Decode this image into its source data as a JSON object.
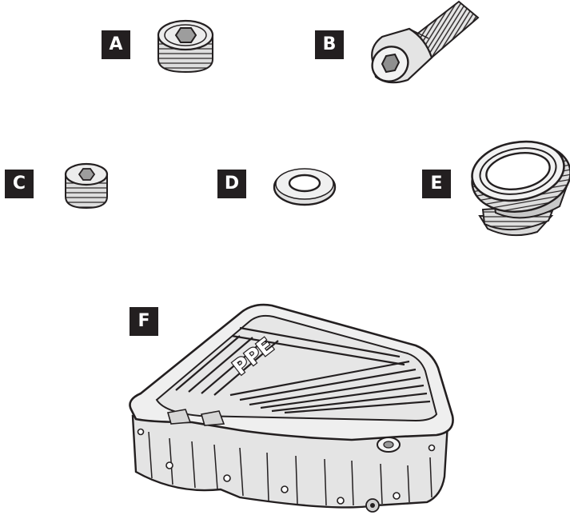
{
  "labels": {
    "a": "A",
    "b": "B",
    "c": "C",
    "d": "D",
    "e": "E",
    "f": "F"
  },
  "logo_text": "PPE",
  "colors": {
    "ink": "#231f20",
    "part_fill": "#ececec",
    "shade": "#bdbdbd",
    "background": "#ffffff"
  }
}
